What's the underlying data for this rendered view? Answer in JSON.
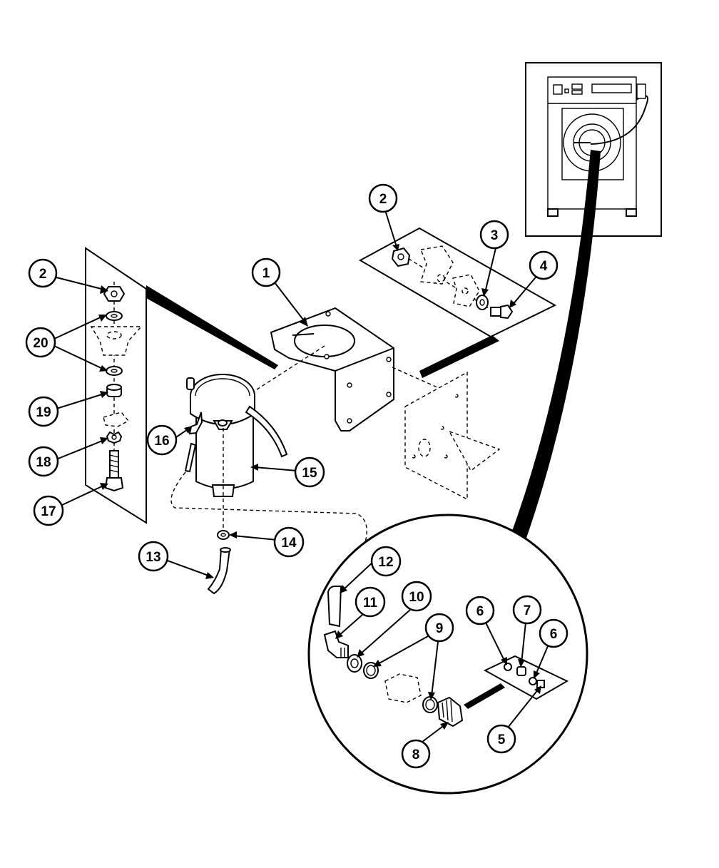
{
  "callouts": [
    {
      "id": "c1",
      "label": "1"
    },
    {
      "id": "c2a",
      "label": "2"
    },
    {
      "id": "c2b",
      "label": "2"
    },
    {
      "id": "c3",
      "label": "3"
    },
    {
      "id": "c4",
      "label": "4"
    },
    {
      "id": "c5",
      "label": "5"
    },
    {
      "id": "c6a",
      "label": "6"
    },
    {
      "id": "c6b",
      "label": "6"
    },
    {
      "id": "c7",
      "label": "7"
    },
    {
      "id": "c8",
      "label": "8"
    },
    {
      "id": "c9a",
      "label": "9"
    },
    {
      "id": "c10",
      "label": "10"
    },
    {
      "id": "c11",
      "label": "11"
    },
    {
      "id": "c12",
      "label": "12"
    },
    {
      "id": "c13",
      "label": "13"
    },
    {
      "id": "c14",
      "label": "14"
    },
    {
      "id": "c15",
      "label": "15"
    },
    {
      "id": "c16",
      "label": "16"
    },
    {
      "id": "c17",
      "label": "17"
    },
    {
      "id": "c18",
      "label": "18"
    },
    {
      "id": "c19",
      "label": "19"
    },
    {
      "id": "c20",
      "label": "20"
    }
  ]
}
